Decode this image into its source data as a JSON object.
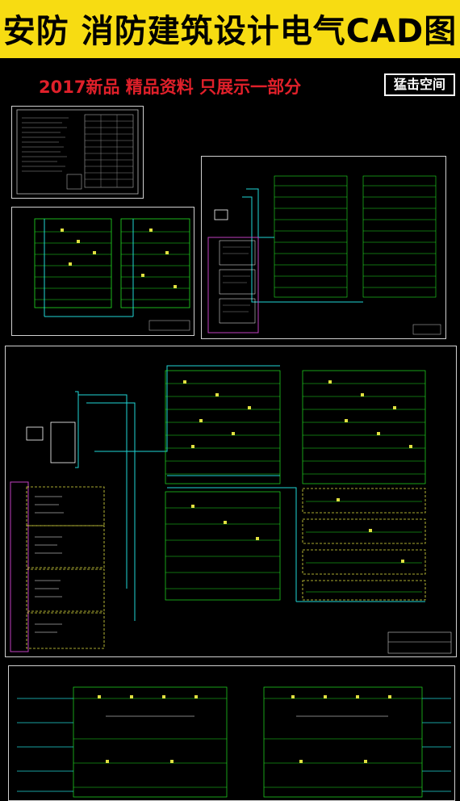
{
  "banner": {
    "title": "安防 消防建筑设计电气CAD图",
    "subtitle": "2017新品 精品资料 只展示一部分",
    "logo_text": "猛击空间",
    "title_color": "#000000",
    "banner_color": "#f7dc12",
    "subtitle_color": "#e0202a"
  },
  "drawings": {
    "line_colors": [
      "#22e322",
      "#1fd6d6",
      "#e0e040",
      "#c040c0",
      "#ffffff"
    ]
  }
}
